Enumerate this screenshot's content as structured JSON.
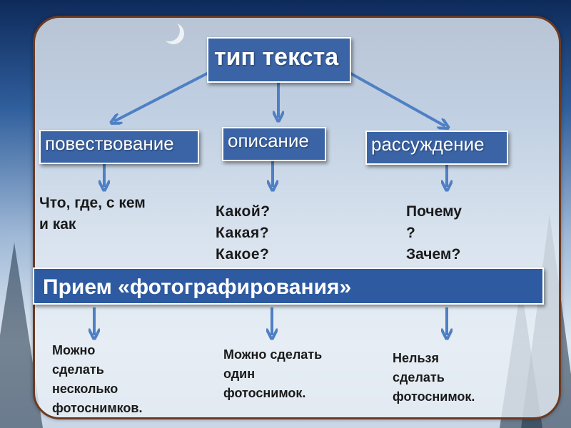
{
  "root": {
    "label": "тип текста"
  },
  "types": [
    {
      "label": "повествование",
      "question": "Что, где, с кем\n      и как",
      "answer": "Можно\nсделать\nнесколько\nфотоснимков."
    },
    {
      "label": "описание",
      "question": "Какой?\nКакая?\nКакое?",
      "answer": "Можно сделать\n   один\nфотоснимок."
    },
    {
      "label": "рассуждение",
      "question": "Почему\n?\nЗачем?",
      "answer": "Нельзя\nсделать\nфотоснимок."
    }
  ],
  "technique": {
    "label": "Прием «фотографирования»"
  },
  "colors": {
    "box": "#3a64a6",
    "arrow": "#4f7fc4",
    "frame": "#6b3a22"
  }
}
